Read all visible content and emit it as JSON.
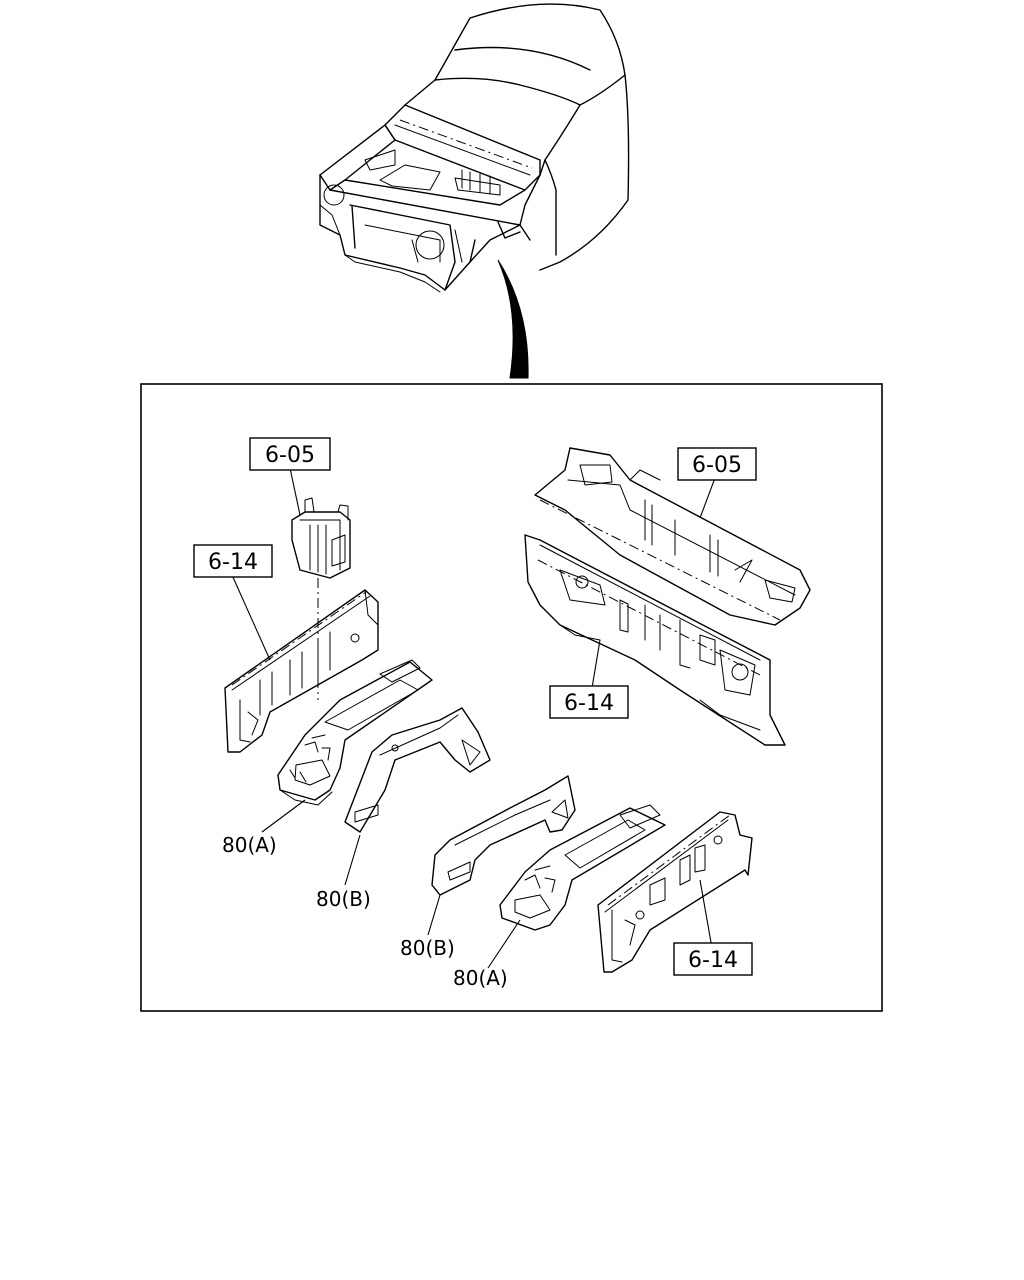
{
  "labels": {
    "ref_605_left": "6-05",
    "ref_614_left": "6-14",
    "ref_605_right": "6-05",
    "ref_614_mid": "6-14",
    "ref_614_bottom": "6-14",
    "part_80a_left": "80(A)",
    "part_80b_left": "80(B)",
    "part_80b_right": "80(B)",
    "part_80a_right": "80(A)"
  }
}
